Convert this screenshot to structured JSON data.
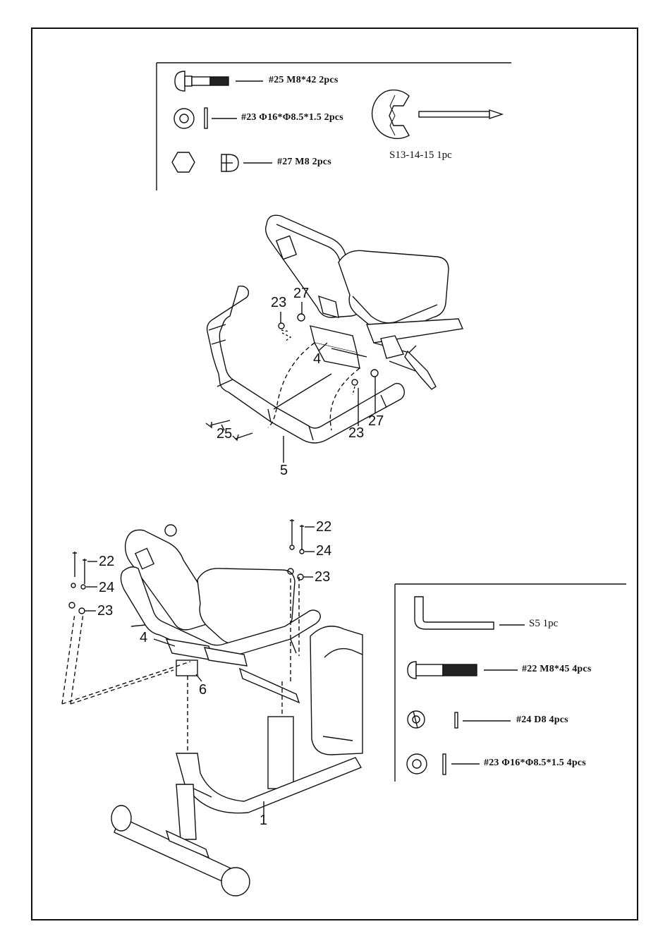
{
  "hardware_top": {
    "bolt": "#25 M8*42 2pcs",
    "washer": "#23 Φ16*Φ8.5*1.5 2pcs",
    "nut": "#27 M8 2pcs",
    "wrench": "S13-14-15 1pc"
  },
  "hardware_bottom": {
    "allen_key": "S5 1pc",
    "bolt": "#22 M8*45 4pcs",
    "spring_washer": "#24 D8 4pcs",
    "washer": "#23 Φ16*Φ8.5*1.5 4pcs"
  },
  "step1_callouts": {
    "c23_left": "23",
    "c27_top": "27",
    "c4": "4",
    "c25": "25",
    "c5": "5",
    "c23_right": "23",
    "c27_right": "27"
  },
  "step2_callouts": {
    "c22_left": "22",
    "c24_left": "24",
    "c23_left": "23",
    "c22_right": "22",
    "c24_right": "24",
    "c23_right": "23",
    "c4": "4",
    "c6": "6",
    "c1": "1"
  }
}
